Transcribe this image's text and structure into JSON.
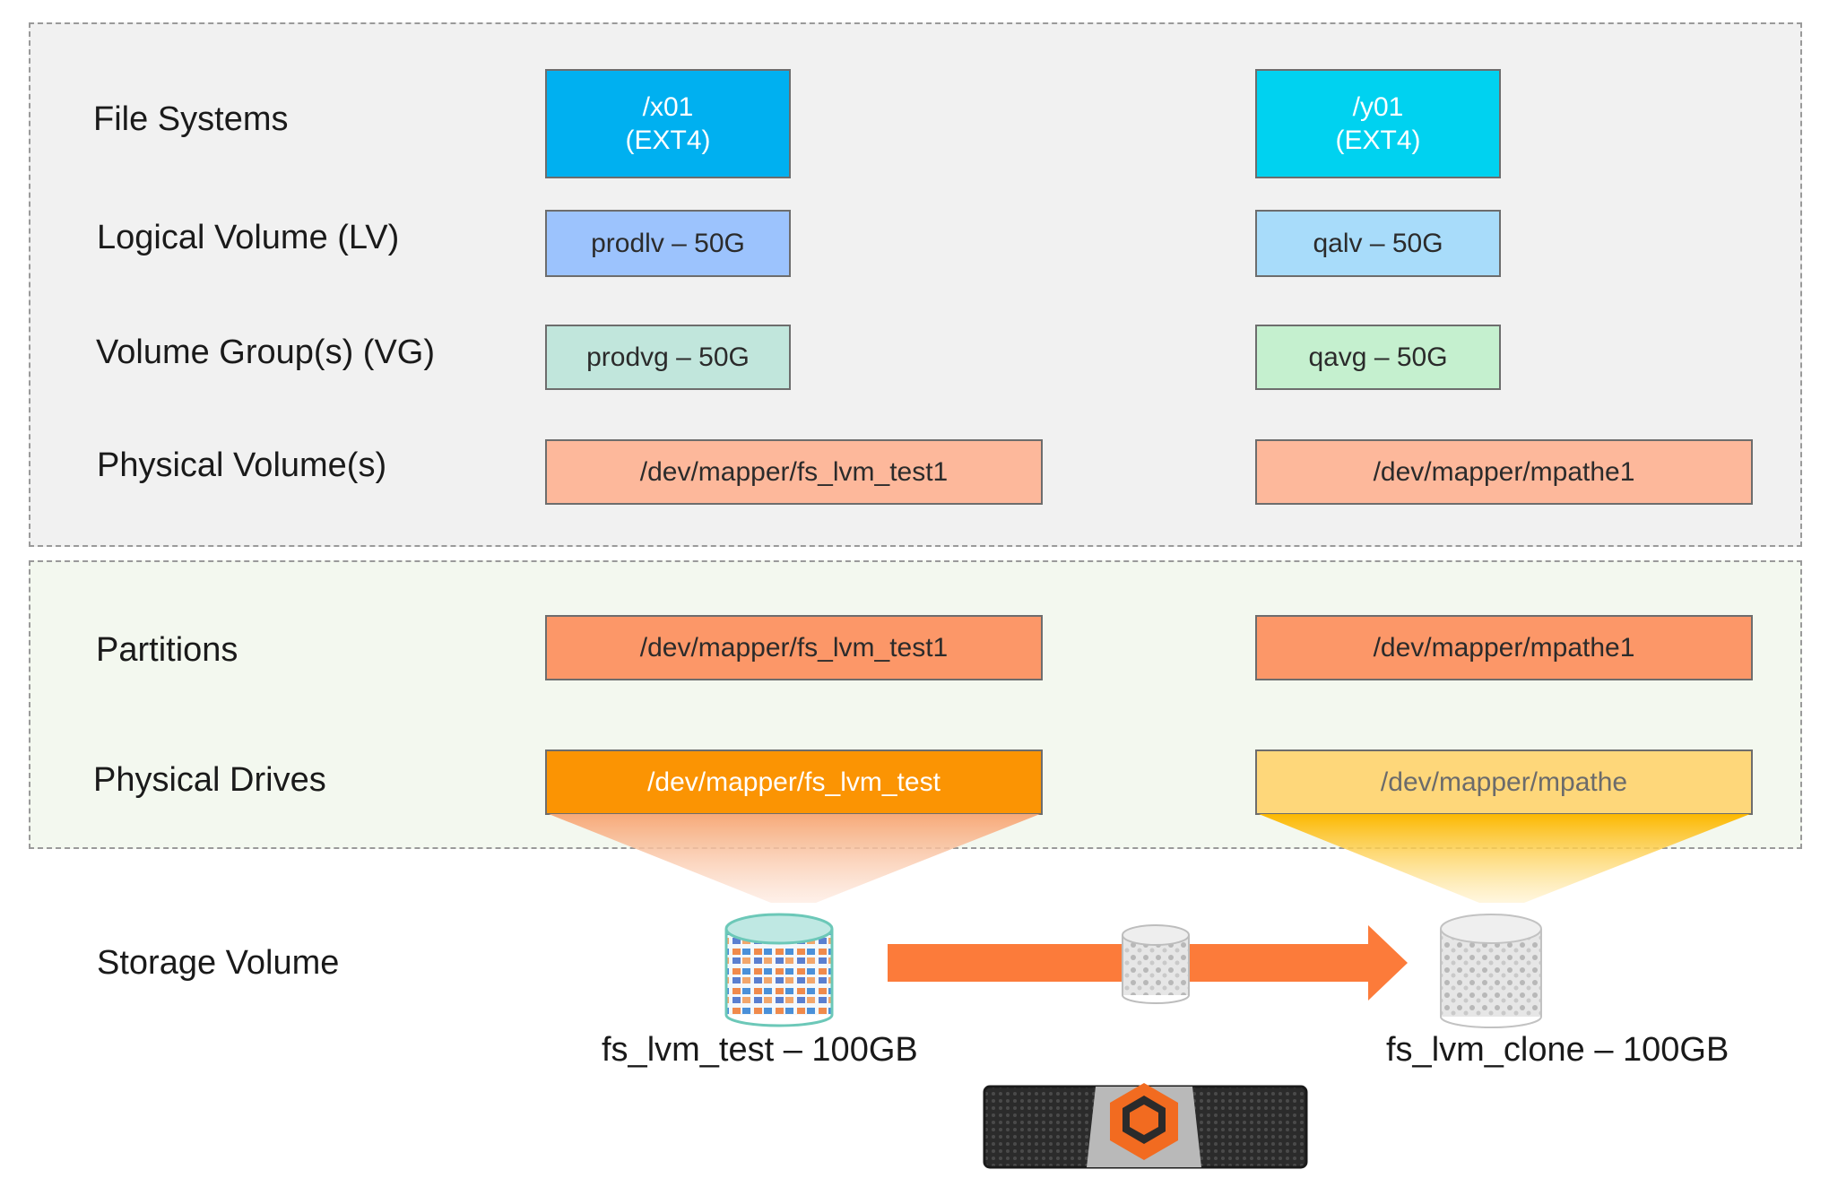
{
  "rows": {
    "file_systems": "File Systems",
    "logical_volume": "Logical Volume (LV)",
    "volume_groups": "Volume Group(s) (VG)",
    "physical_volumes": "Physical Volume(s)",
    "partitions": "Partitions",
    "physical_drives": "Physical Drives",
    "storage_volume": "Storage Volume"
  },
  "left": {
    "fs_line1": "/x01",
    "fs_line2": "(EXT4)",
    "lv": "prodlv – 50G",
    "vg": "prodvg – 50G",
    "pv": "/dev/mapper/fs_lvm_test1",
    "partition": "/dev/mapper/fs_lvm_test1",
    "drive": "/dev/mapper/fs_lvm_test",
    "volume": "fs_lvm_test – 100GB"
  },
  "right": {
    "fs_line1": "/y01",
    "fs_line2": "(EXT4)",
    "lv": "qalv – 50G",
    "vg": "qavg – 50G",
    "pv": "/dev/mapper/mpathe1",
    "partition": "/dev/mapper/mpathe1",
    "drive": "/dev/mapper/mpathe",
    "volume": "fs_lvm_clone – 100GB"
  },
  "colors": {
    "fs_left": "#00b0f0",
    "fs_right": "#00d2f0",
    "lv_left": "#9cc3fd",
    "lv_right": "#a8dcfa",
    "vg_left": "#c1e6dc",
    "vg_right": "#c5f0cf",
    "pv": "#fdb89b",
    "partition": "#fc9768",
    "drive_left": "#fb9403",
    "drive_right": "#fed77a",
    "clone_arrow": "#fc7b3a",
    "logo": "#f26b20"
  },
  "icons": {
    "source_volume": "colorful-cylinder-icon",
    "snapshot": "gray-cylinder-icon",
    "clone_volume": "gray-cylinder-icon",
    "clone_arrow": "right-arrow-icon",
    "storage_array": "flash-array-icon"
  }
}
